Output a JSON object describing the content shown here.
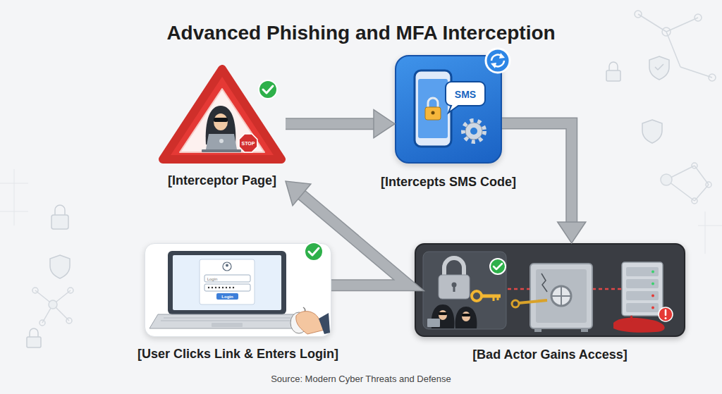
{
  "diagram": {
    "title": "Advanced Phishing and MFA Interception",
    "caption": "Source: Modern Cyber Threats and Defense",
    "nodes": [
      {
        "text": [
          "[Interceptor Page]"
        ]
      },
      {
        "text": [
          "[Intercepts SMS Code]"
        ]
      },
      {
        "text": [
          "[User Clicks Link & Enters Login]"
        ]
      },
      {
        "text": [
          "[Bad Actor Gains Access]"
        ]
      }
    ],
    "edges": [
      {
        "from": 0,
        "to": 1,
        "arrow": "to"
      },
      {
        "from": 1,
        "to": 3,
        "arrow": "to"
      },
      {
        "from": 2,
        "to": 0,
        "arrow": "to"
      }
    ],
    "labels": [
      "STOP",
      "SMS",
      "Login",
      "Login"
    ]
  }
}
